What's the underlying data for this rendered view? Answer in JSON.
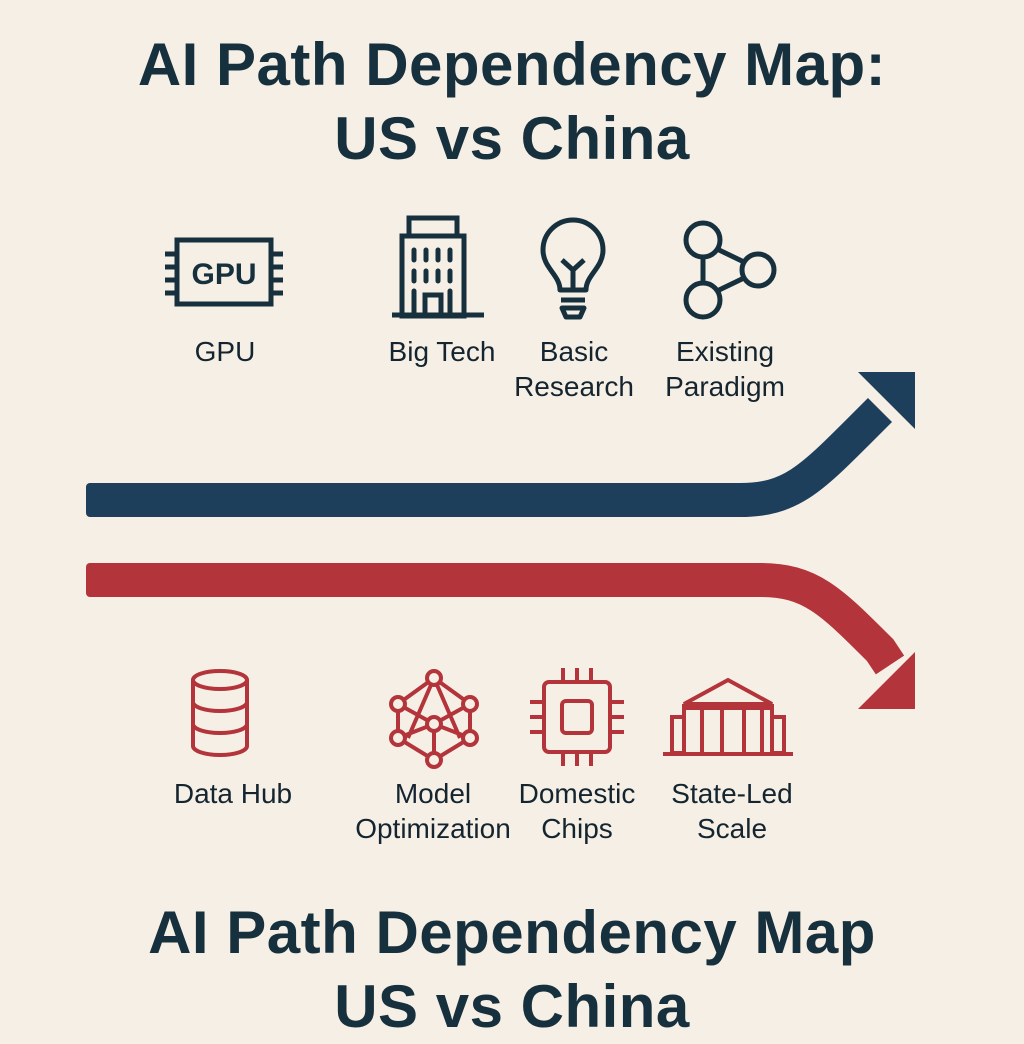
{
  "title": {
    "line1": "AI Path Dependency Map:",
    "line2": "US vs China"
  },
  "us_path": {
    "color": "#1d3f5c",
    "items": [
      {
        "label": "GPU",
        "icon": "gpu-chip-icon",
        "chip_text": "GPU"
      },
      {
        "label": "Big Tech",
        "icon": "building-icon"
      },
      {
        "label": "Basic Research",
        "line1": "Basic",
        "line2": "Research",
        "icon": "lightbulb-icon"
      },
      {
        "label": "Existing Paradigm",
        "line1": "Existing",
        "line2": "Paradigm",
        "icon": "network-nodes-icon"
      }
    ]
  },
  "china_path": {
    "color": "#b3343a",
    "items": [
      {
        "label": "Data Hub",
        "icon": "database-icon"
      },
      {
        "label": "Model Optimization",
        "line1": "Model",
        "line2": "Optimization",
        "icon": "neural-network-icon"
      },
      {
        "label": "Domestic Chips",
        "line1": "Domestic",
        "line2": "Chips",
        "icon": "chip-icon"
      },
      {
        "label": "State-Led Scale",
        "line1": "State-Led",
        "line2": "Scale",
        "icon": "government-building-icon"
      }
    ]
  },
  "footer_title": {
    "line1": "AI Path Dependency Map",
    "line2": "US vs China"
  }
}
